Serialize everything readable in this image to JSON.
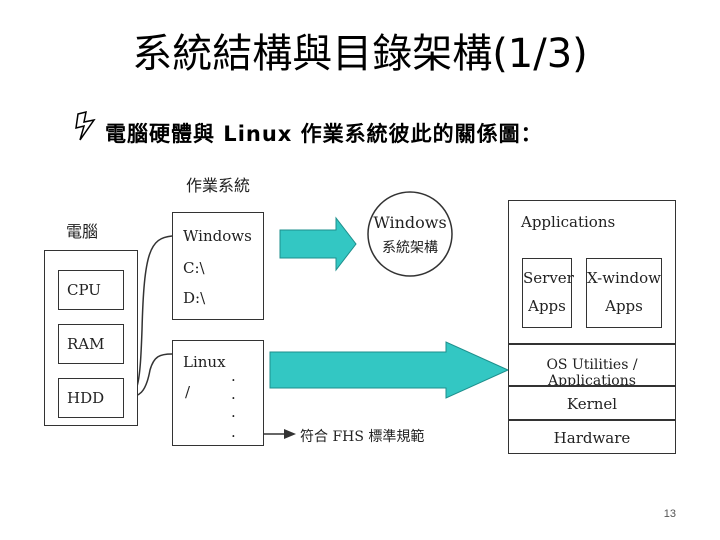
{
  "title": "系統結構與目錄架構(1/3)",
  "subtitle": "電腦硬體與 Linux 作業系統彼此的關係圖：",
  "computer": {
    "label": "電腦",
    "parts": [
      "CPU",
      "RAM",
      "HDD"
    ]
  },
  "os": {
    "label": "作業系統",
    "windows": {
      "name": "Windows",
      "drives": [
        "C:\\",
        "D:\\"
      ]
    },
    "linux": {
      "name": "Linux",
      "root": "/",
      "dots": [
        ".",
        ".",
        ".",
        "."
      ]
    }
  },
  "windows_bubble": {
    "line1": "Windows",
    "line2": "系統架構"
  },
  "fhs_note": "符合 FHS 標準規範",
  "stack": {
    "applications": "Applications",
    "server": {
      "line1": "Server",
      "line2": "Apps"
    },
    "xwindow": {
      "line1": "X-window",
      "line2": "Apps"
    },
    "layers": [
      "OS Utilities / Applications",
      "Kernel",
      "Hardware"
    ]
  },
  "colors": {
    "arrow": "#33c7c3",
    "line": "#333333"
  },
  "page_number": "13"
}
